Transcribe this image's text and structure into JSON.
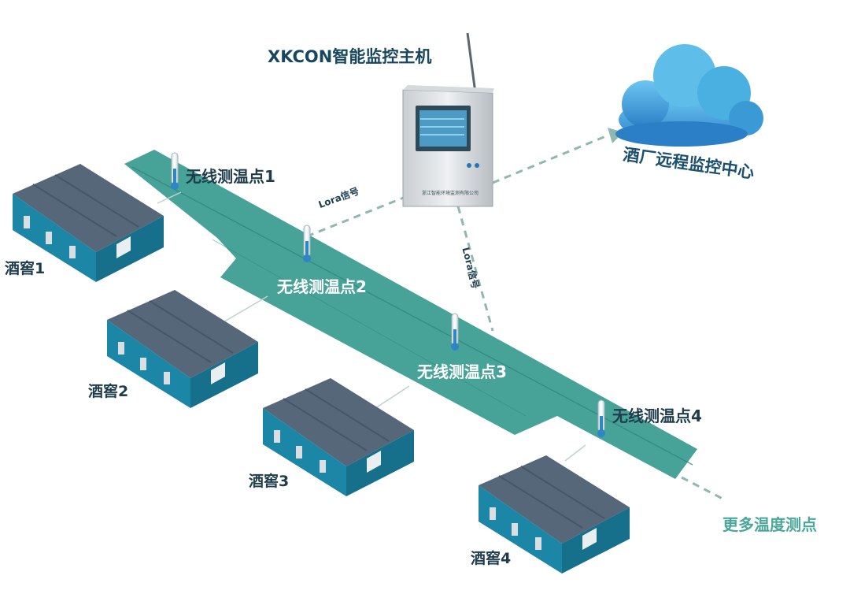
{
  "host": {
    "title": "XKCON智能监控主机",
    "screen_caption": "浙江智能环境监测有限公司",
    "color": "#17465f"
  },
  "cloud": {
    "label": "酒厂远程监控中心",
    "color": "#2e8ccc"
  },
  "signals": [
    {
      "label": "Lora信号"
    },
    {
      "label": "Lora信号"
    }
  ],
  "sensors": [
    {
      "label": "无线测温点1",
      "color": "#1f3c4c"
    },
    {
      "label": "无线测温点2",
      "color": "#ffffff"
    },
    {
      "label": "无线测温点3",
      "color": "#ffffff"
    },
    {
      "label": "无线测温点4",
      "color": "#1f3c4c"
    }
  ],
  "cellars": [
    {
      "label": "酒窖1"
    },
    {
      "label": "酒窖2"
    },
    {
      "label": "酒窖3"
    },
    {
      "label": "酒窖4"
    }
  ],
  "more": {
    "label": "更多温度测点"
  },
  "colors": {
    "path": "#3d9e92",
    "path_dark": "#2e8478",
    "roof": "#56677a",
    "wall": "#1b86a6",
    "dash": "#8fb8b0"
  }
}
